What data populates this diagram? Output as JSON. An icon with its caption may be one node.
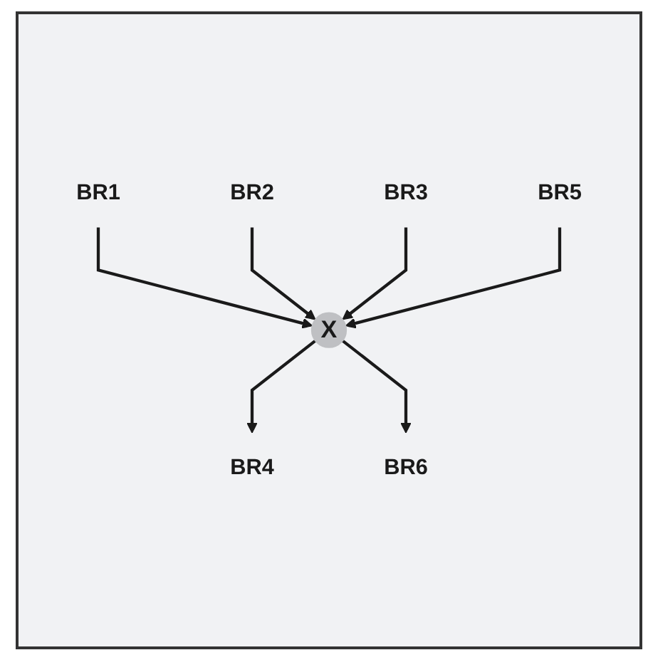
{
  "diagram": {
    "nodes": [
      {
        "text": [
          "BR1"
        ]
      },
      {
        "text": [
          "BR2"
        ]
      },
      {
        "text": [
          "BR3"
        ]
      },
      {
        "text": [
          "X"
        ]
      },
      {
        "text": [
          "BR4"
        ]
      },
      {
        "text": [
          "BR5"
        ]
      },
      {
        "text": [
          "BR6"
        ]
      }
    ],
    "edges": [
      {
        "from": 0,
        "to": 3,
        "arrow": "to"
      },
      {
        "from": 1,
        "to": 3,
        "arrow": "to"
      },
      {
        "from": 2,
        "to": 3,
        "arrow": "to"
      },
      {
        "from": 3,
        "to": 4,
        "arrow": "to"
      },
      {
        "from": 5,
        "to": 3,
        "arrow": "to"
      },
      {
        "from": 3,
        "to": 6,
        "arrow": "to"
      }
    ]
  }
}
